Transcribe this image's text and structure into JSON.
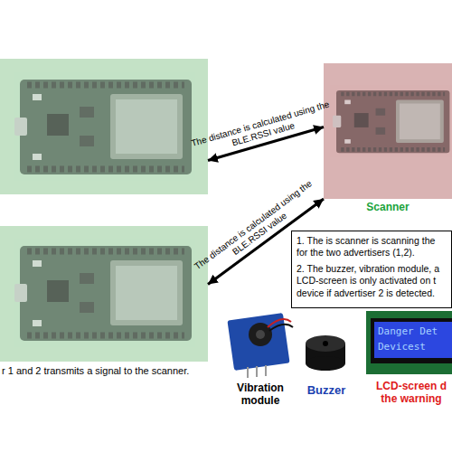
{
  "diagram": {
    "caption": "r 1 and 2 transmits a signal to the scanner.",
    "nodes": [
      {
        "text": []
      },
      {
        "text": [
          "Scanner"
        ]
      },
      {
        "text": []
      },
      {
        "text": [
          "1. The is scanner is scanning the for the two advertisers (1,2).",
          "2. The buzzer, vibration module, a LCD-screen is only activated on t device if advertiser 2 is detected."
        ]
      }
    ],
    "edges": [
      {
        "from": 0,
        "to": 1,
        "label": "The distance is calculated using the BLE.RSSI value",
        "arrow": "both"
      },
      {
        "from": 2,
        "to": 1,
        "label": "The distance is calculated using the BLE.RSSI value",
        "arrow": "both"
      }
    ],
    "labels": [
      "Vibration module",
      "Buzzer",
      "LCD-screen d the warning",
      "Danger Det",
      "Devicest"
    ]
  }
}
